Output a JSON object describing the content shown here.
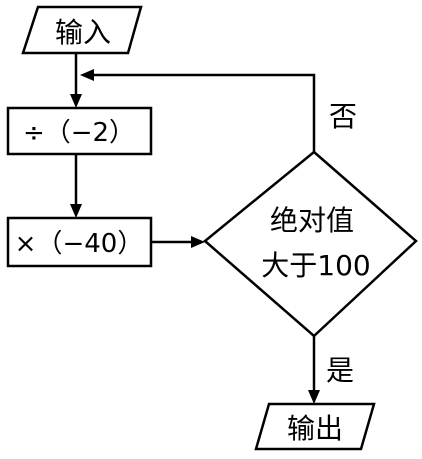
{
  "flowchart": {
    "input_label": "输入",
    "divide_step_label": "÷（−2）",
    "multiply_step_label": "×（−40）",
    "decision_line1": "绝对值",
    "decision_line2": "大于100",
    "no_label": "否",
    "yes_label": "是",
    "output_label": "输出"
  },
  "colors": {
    "stroke": "#000000",
    "background": "#ffffff"
  }
}
